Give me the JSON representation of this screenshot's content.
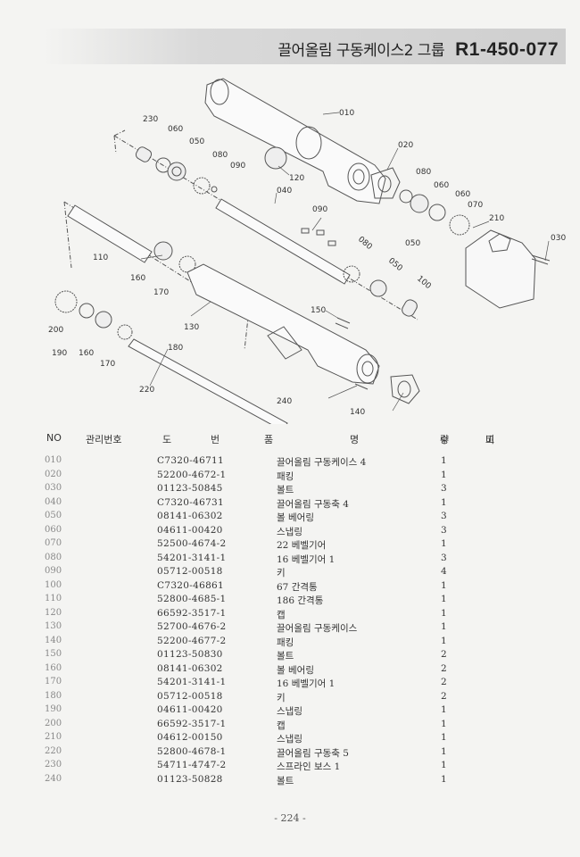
{
  "header": {
    "title_ko": "끌어올림 구동케이스2 그룹",
    "code": "R1-450-077"
  },
  "diagram_labels": [
    "230",
    "060",
    "050",
    "080",
    "090",
    "010",
    "020",
    "120",
    "040",
    "080",
    "060",
    "060",
    "070",
    "090",
    "210",
    "030",
    "080",
    "050",
    "100",
    "050",
    "110",
    "160",
    "170",
    "200",
    "190",
    "160",
    "170",
    "180",
    "130",
    "150",
    "220",
    "240",
    "140"
  ],
  "table": {
    "headers": {
      "no": "NO",
      "mgmt": "관리번호",
      "drawing": [
        "도",
        "번"
      ],
      "name": [
        "품",
        "명"
      ],
      "qty": [
        "수",
        "량"
      ],
      "remark": [
        "비",
        "고"
      ]
    },
    "rows": [
      {
        "no": "010",
        "part": "C7320-46711",
        "name": "끌어올림 구동케이스 4",
        "qty": "1"
      },
      {
        "no": "020",
        "part": "52200-4672-1",
        "name": "패킹",
        "qty": "1"
      },
      {
        "no": "030",
        "part": "01123-50845",
        "name": "볼트",
        "qty": "3"
      },
      {
        "no": "040",
        "part": "C7320-46731",
        "name": "끌어올림 구동축 4",
        "qty": "1"
      },
      {
        "no": "050",
        "part": "08141-06302",
        "name": "볼 베어링",
        "qty": "3"
      },
      {
        "no": "060",
        "part": "04611-00420",
        "name": "스냅링",
        "qty": "3"
      },
      {
        "no": "070",
        "part": "52500-4674-2",
        "name": "22 베벨기어",
        "qty": "1"
      },
      {
        "no": "080",
        "part": "54201-3141-1",
        "name": "16 베벨기어 1",
        "qty": "3"
      },
      {
        "no": "090",
        "part": "05712-00518",
        "name": "키",
        "qty": "4"
      },
      {
        "no": "100",
        "part": "C7320-46861",
        "name": "67 간격통",
        "qty": "1"
      },
      {
        "no": "110",
        "part": "52800-4685-1",
        "name": "186 간격통",
        "qty": "1"
      },
      {
        "no": "120",
        "part": "66592-3517-1",
        "name": "캡",
        "qty": "1"
      },
      {
        "no": "130",
        "part": "52700-4676-2",
        "name": "끌어올림 구동케이스",
        "qty": "1"
      },
      {
        "no": "140",
        "part": "52200-4677-2",
        "name": "패킹",
        "qty": "1"
      },
      {
        "no": "150",
        "part": "01123-50830",
        "name": "볼트",
        "qty": "2"
      },
      {
        "no": "160",
        "part": "08141-06302",
        "name": "볼 베어링",
        "qty": "2"
      },
      {
        "no": "170",
        "part": "54201-3141-1",
        "name": "16 베벨기어 1",
        "qty": "2"
      },
      {
        "no": "180",
        "part": "05712-00518",
        "name": "키",
        "qty": "2"
      },
      {
        "no": "190",
        "part": "04611-00420",
        "name": "스냅링",
        "qty": "1"
      },
      {
        "no": "200",
        "part": "66592-3517-1",
        "name": "캡",
        "qty": "1"
      },
      {
        "no": "210",
        "part": "04612-00150",
        "name": "스냅링",
        "qty": "1"
      },
      {
        "no": "220",
        "part": "52800-4678-1",
        "name": "끌어올림 구동축 5",
        "qty": "1"
      },
      {
        "no": "230",
        "part": "54711-4747-2",
        "name": "스프라인 보스 1",
        "qty": "1"
      },
      {
        "no": "240",
        "part": "01123-50828",
        "name": "볼트",
        "qty": "1"
      }
    ]
  },
  "footer": {
    "page": "- 224 -"
  }
}
